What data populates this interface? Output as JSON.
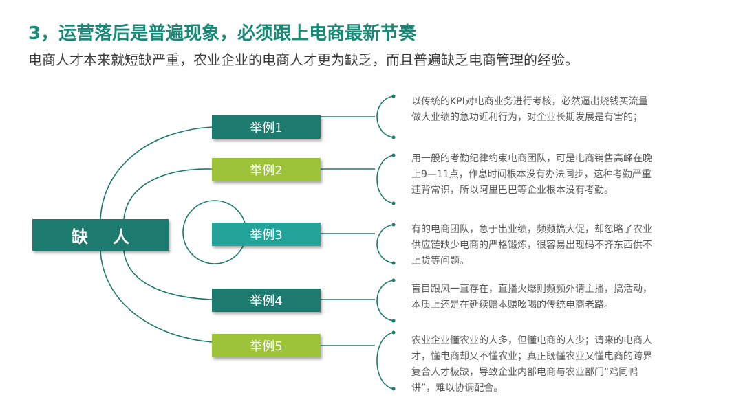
{
  "title": "3，运营落后是普遍现象，必须跟上电商最新节奏",
  "subtitle": "电商人才本来就短缺严重，农业企业的电商人才更为缺乏，而且普遍缺乏电商管理的经验。",
  "root": {
    "char1": "缺",
    "char2": "人"
  },
  "colors": {
    "teal": "#1d7a6e",
    "lime": "#9cc33a",
    "cyan": "#23a39a",
    "line": "#1d7a6e"
  },
  "examples": [
    {
      "label": "举例1",
      "color": "#1d7a6e",
      "text": "以传统的KPI对电商业务进行考核，必然逼出烧钱买流量做大业绩的急功近利行为，对企业长期发展是有害的；"
    },
    {
      "label": "举例2",
      "color": "#9cc33a",
      "text": "用一般的考勤纪律约束电商团队，可是电商销售高峰在晚上9—11点，作息时间根本没有办法同步，这种考勤严重违背常识，所以阿里巴巴等企业根本没有考勤。"
    },
    {
      "label": "举例3",
      "color": "#23a39a",
      "text": "有的电商团队，急于出业绩，频频搞大促，却忽略了农业供应链缺少电商的严格锻炼，很容易出现码不齐东西供不上货等问题。"
    },
    {
      "label": "举例4",
      "color": "#1d7a6e",
      "text": "盲目跟风一直存在，直播火爆则频频外请主播，搞活动，本质上还是在延续赔本赚吆喝的传统电商老路。"
    },
    {
      "label": "举例5",
      "color": "#9cc33a",
      "text": "农业企业懂农业的人多，但懂电商的人少；请来的电商人才，懂电商却又不懂农业；真正既懂农业又懂电商的跨界复合人才极缺，导致企业内部电商与农业部门“鸡同鸭讲”，难以协调配合。"
    }
  ]
}
